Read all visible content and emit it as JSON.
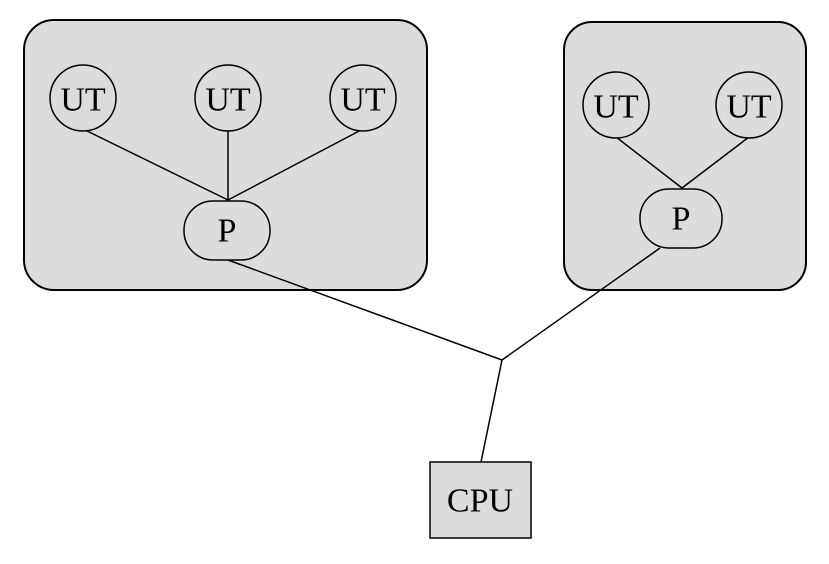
{
  "diagram": {
    "groups": [
      {
        "terminals": [
          {
            "label": "UT"
          },
          {
            "label": "UT"
          },
          {
            "label": "UT"
          }
        ],
        "processor": {
          "label": "P"
        }
      },
      {
        "terminals": [
          {
            "label": "UT"
          },
          {
            "label": "UT"
          }
        ],
        "processor": {
          "label": "P"
        }
      }
    ],
    "cpu": {
      "label": "CPU"
    }
  }
}
